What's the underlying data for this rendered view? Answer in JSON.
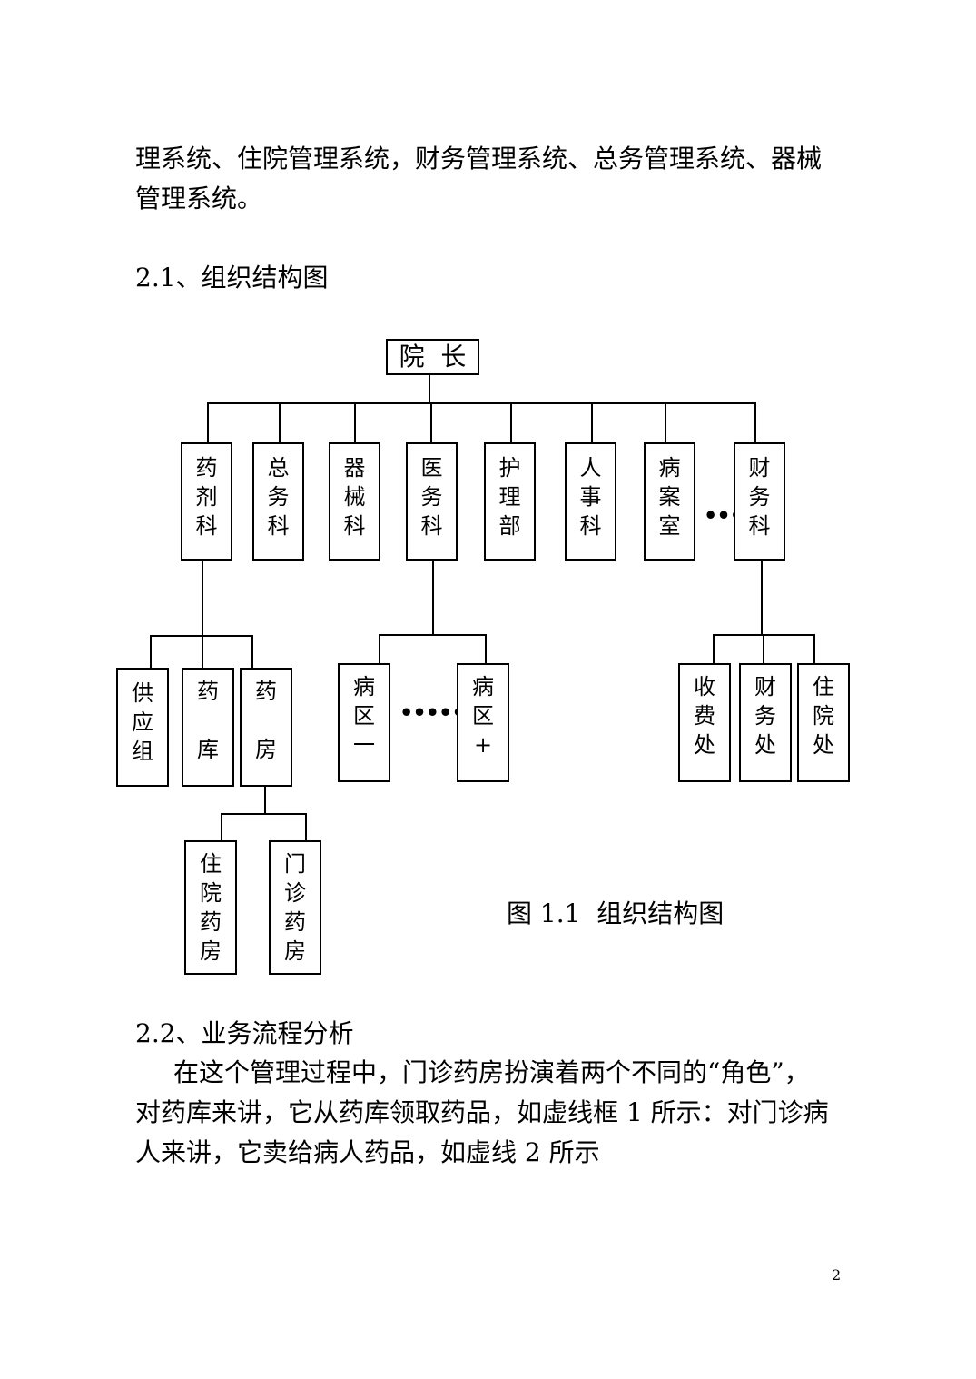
{
  "intro": {
    "line1": "理系统、住院管理系统，财务管理系统、总务管理系统、器械",
    "line2": "管理系统。"
  },
  "section21": {
    "heading": "2.1、组织结构图"
  },
  "diagram": {
    "root": "院  长",
    "departments": [
      {
        "chars": [
          "药",
          "剂",
          "科"
        ]
      },
      {
        "chars": [
          "总",
          "务",
          "科"
        ]
      },
      {
        "chars": [
          "器",
          "械",
          "科"
        ]
      },
      {
        "chars": [
          "医",
          "务",
          "科"
        ]
      },
      {
        "chars": [
          "护",
          "理",
          "部"
        ]
      },
      {
        "chars": [
          "人",
          "事",
          "科"
        ]
      },
      {
        "chars": [
          "病",
          "案",
          "室"
        ]
      },
      {
        "chars": [
          "财",
          "务",
          "科"
        ]
      }
    ],
    "ellipsis_top": "•••",
    "pharmacy_children": [
      {
        "chars": [
          "供",
          "应",
          "组"
        ]
      },
      {
        "chars": [
          "药",
          "",
          "库"
        ]
      },
      {
        "chars": [
          "药",
          "",
          "房"
        ]
      }
    ],
    "ward_children": [
      {
        "chars": [
          "病",
          "区",
          "一"
        ]
      },
      {
        "chars": [
          "病",
          "区",
          "+"
        ]
      }
    ],
    "ellipsis_ward": "••••••",
    "finance_children": [
      {
        "chars": [
          "收",
          "费",
          "处"
        ]
      },
      {
        "chars": [
          "财",
          "务",
          "处"
        ]
      },
      {
        "chars": [
          "住",
          "院",
          "处"
        ]
      }
    ],
    "drugstore_children": [
      {
        "chars": [
          "住",
          "院",
          "药",
          "房"
        ]
      },
      {
        "chars": [
          "门",
          "诊",
          "药",
          "房"
        ]
      }
    ],
    "caption": "图 1.1  组织结构图"
  },
  "section22": {
    "heading": "2.2、业务流程分析",
    "para_line1": "在这个管理过程中，门诊药房扮演着两个不同的“角色”，",
    "para_line2": "对药库来讲，它从药库领取药品，如虚线框 1 所示：对门诊病",
    "para_line3": "人来讲，它卖给病人药品，如虚线 2 所示"
  },
  "page_number": "2"
}
